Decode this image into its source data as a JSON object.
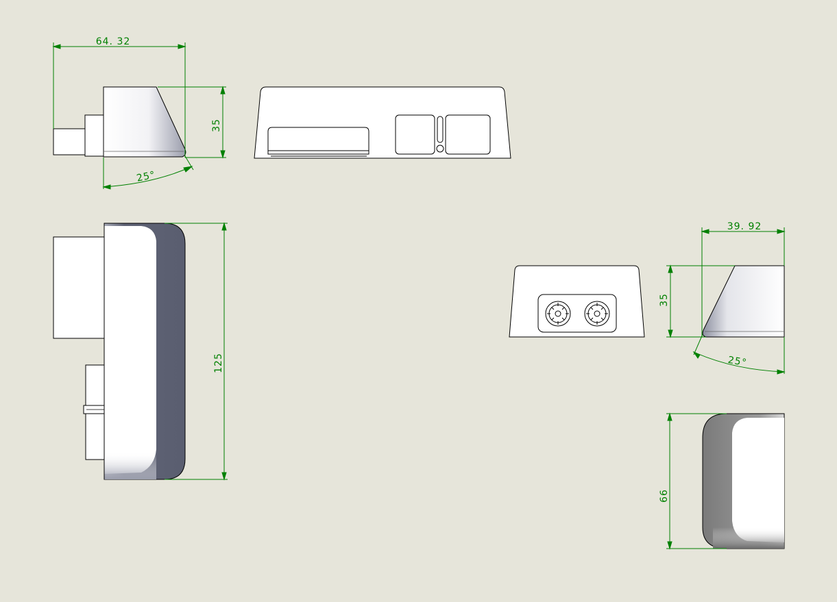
{
  "colors": {
    "background": "#E6E5DA",
    "dimension": "#008000",
    "outline": "#000000",
    "body": "#FFFFFF",
    "shade_dark": "#5C6070",
    "shade_gray": "#8C8C8C"
  },
  "dimensions": {
    "side_view_width": "64. 32",
    "side_view_height": "35",
    "side_view_angle": "25°",
    "top_view_length": "125",
    "end_view_width": "39. 92",
    "end_view_height": "35",
    "end_view_angle": "25°",
    "small_view_height": "66"
  }
}
